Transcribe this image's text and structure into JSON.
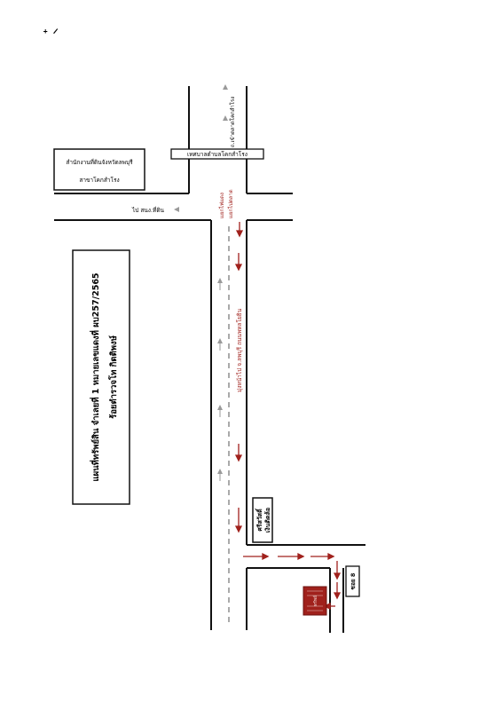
{
  "header_marks": "ᐩ ᐟ",
  "labels": {
    "land_office_line1": "สำนักงานที่ดินจังหวัดลพบุรี",
    "land_office_line2": "สาขาโคกสำโรง",
    "municipality_sign": "เทศบาลตำบลโคกสำโรง",
    "to_khok_samrong": "ถ.เข้าตลาดโคกสำโรง",
    "to_land_office": "ไป สนง.ที่ดิน",
    "to_market": "แยกไฟแดง",
    "to_market2": "แยกไปตลาด",
    "main_road": "มุ่งหน้าไป จ.ลพบุรี  ถนนพหลโยธิน",
    "title_line1": "แผนที่ทรัพย์สิน จำเลยที่ 1 หมายเลขแดงที่ ผบ257/2565",
    "title_line2": "ร้อยตำรวจโท กิตติพงษ์",
    "shop_line1": "ศรีสวัสดิ์",
    "shop_line2": "เงินติดล้อ",
    "soi_label": "ซอย 8",
    "building_label": "ทรัพย์"
  },
  "colors": {
    "road_line": "#111111",
    "route_arrow": "#a0211c",
    "building": "#a0211c",
    "lane_arrow": "#9a9a9a"
  }
}
